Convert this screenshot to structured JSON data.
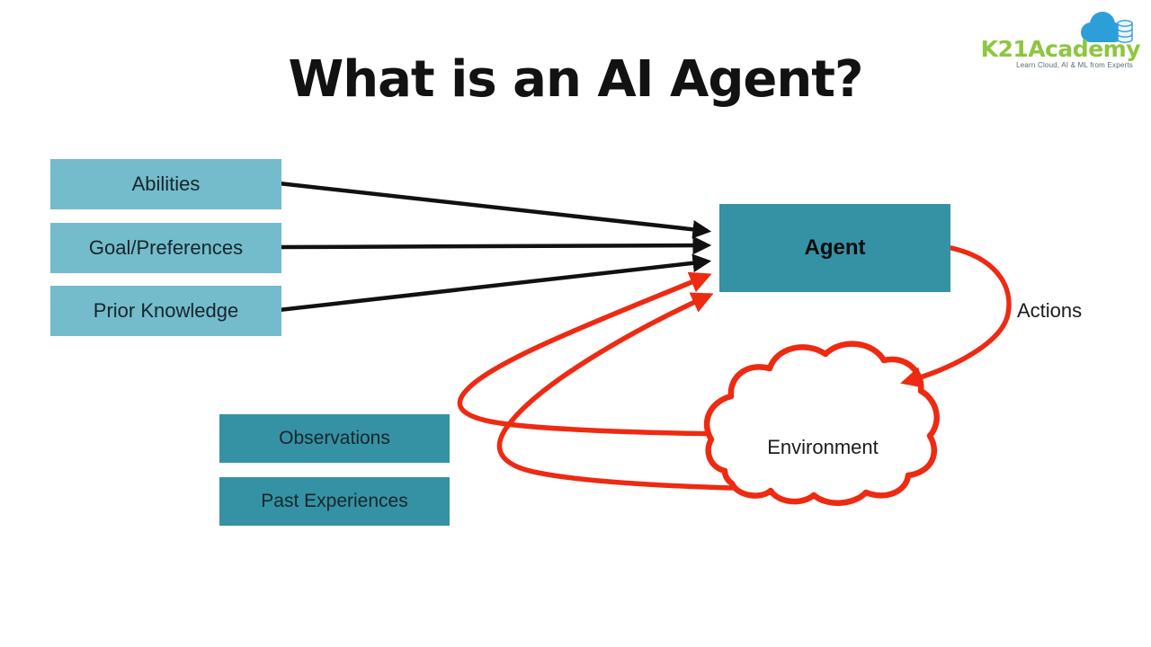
{
  "title": "What is an AI Agent?",
  "logo": {
    "name": "K21Academy",
    "tagline": "Learn Cloud, AI & ML from Experts"
  },
  "input_boxes": [
    {
      "label": "Abilities"
    },
    {
      "label": "Goal/Preferences"
    },
    {
      "label": "Prior Knowledge"
    }
  ],
  "agent": {
    "label": "Agent"
  },
  "feedback_boxes": [
    {
      "label": "Observations"
    },
    {
      "label": "Past Experiences"
    }
  ],
  "environment": {
    "label": "Environment"
  },
  "actions_label": "Actions",
  "icons": {
    "logo_cloud": "cloud-icon",
    "logo_database": "database-icon"
  },
  "colors": {
    "light_box": "#74bccb",
    "dark_box": "#3592a4",
    "arrow_black": "#111111",
    "arrow_red": "#ee2a12",
    "logo_green": "#8dc63f",
    "logo_blue": "#2d9fd8",
    "title_text": "#121212"
  }
}
